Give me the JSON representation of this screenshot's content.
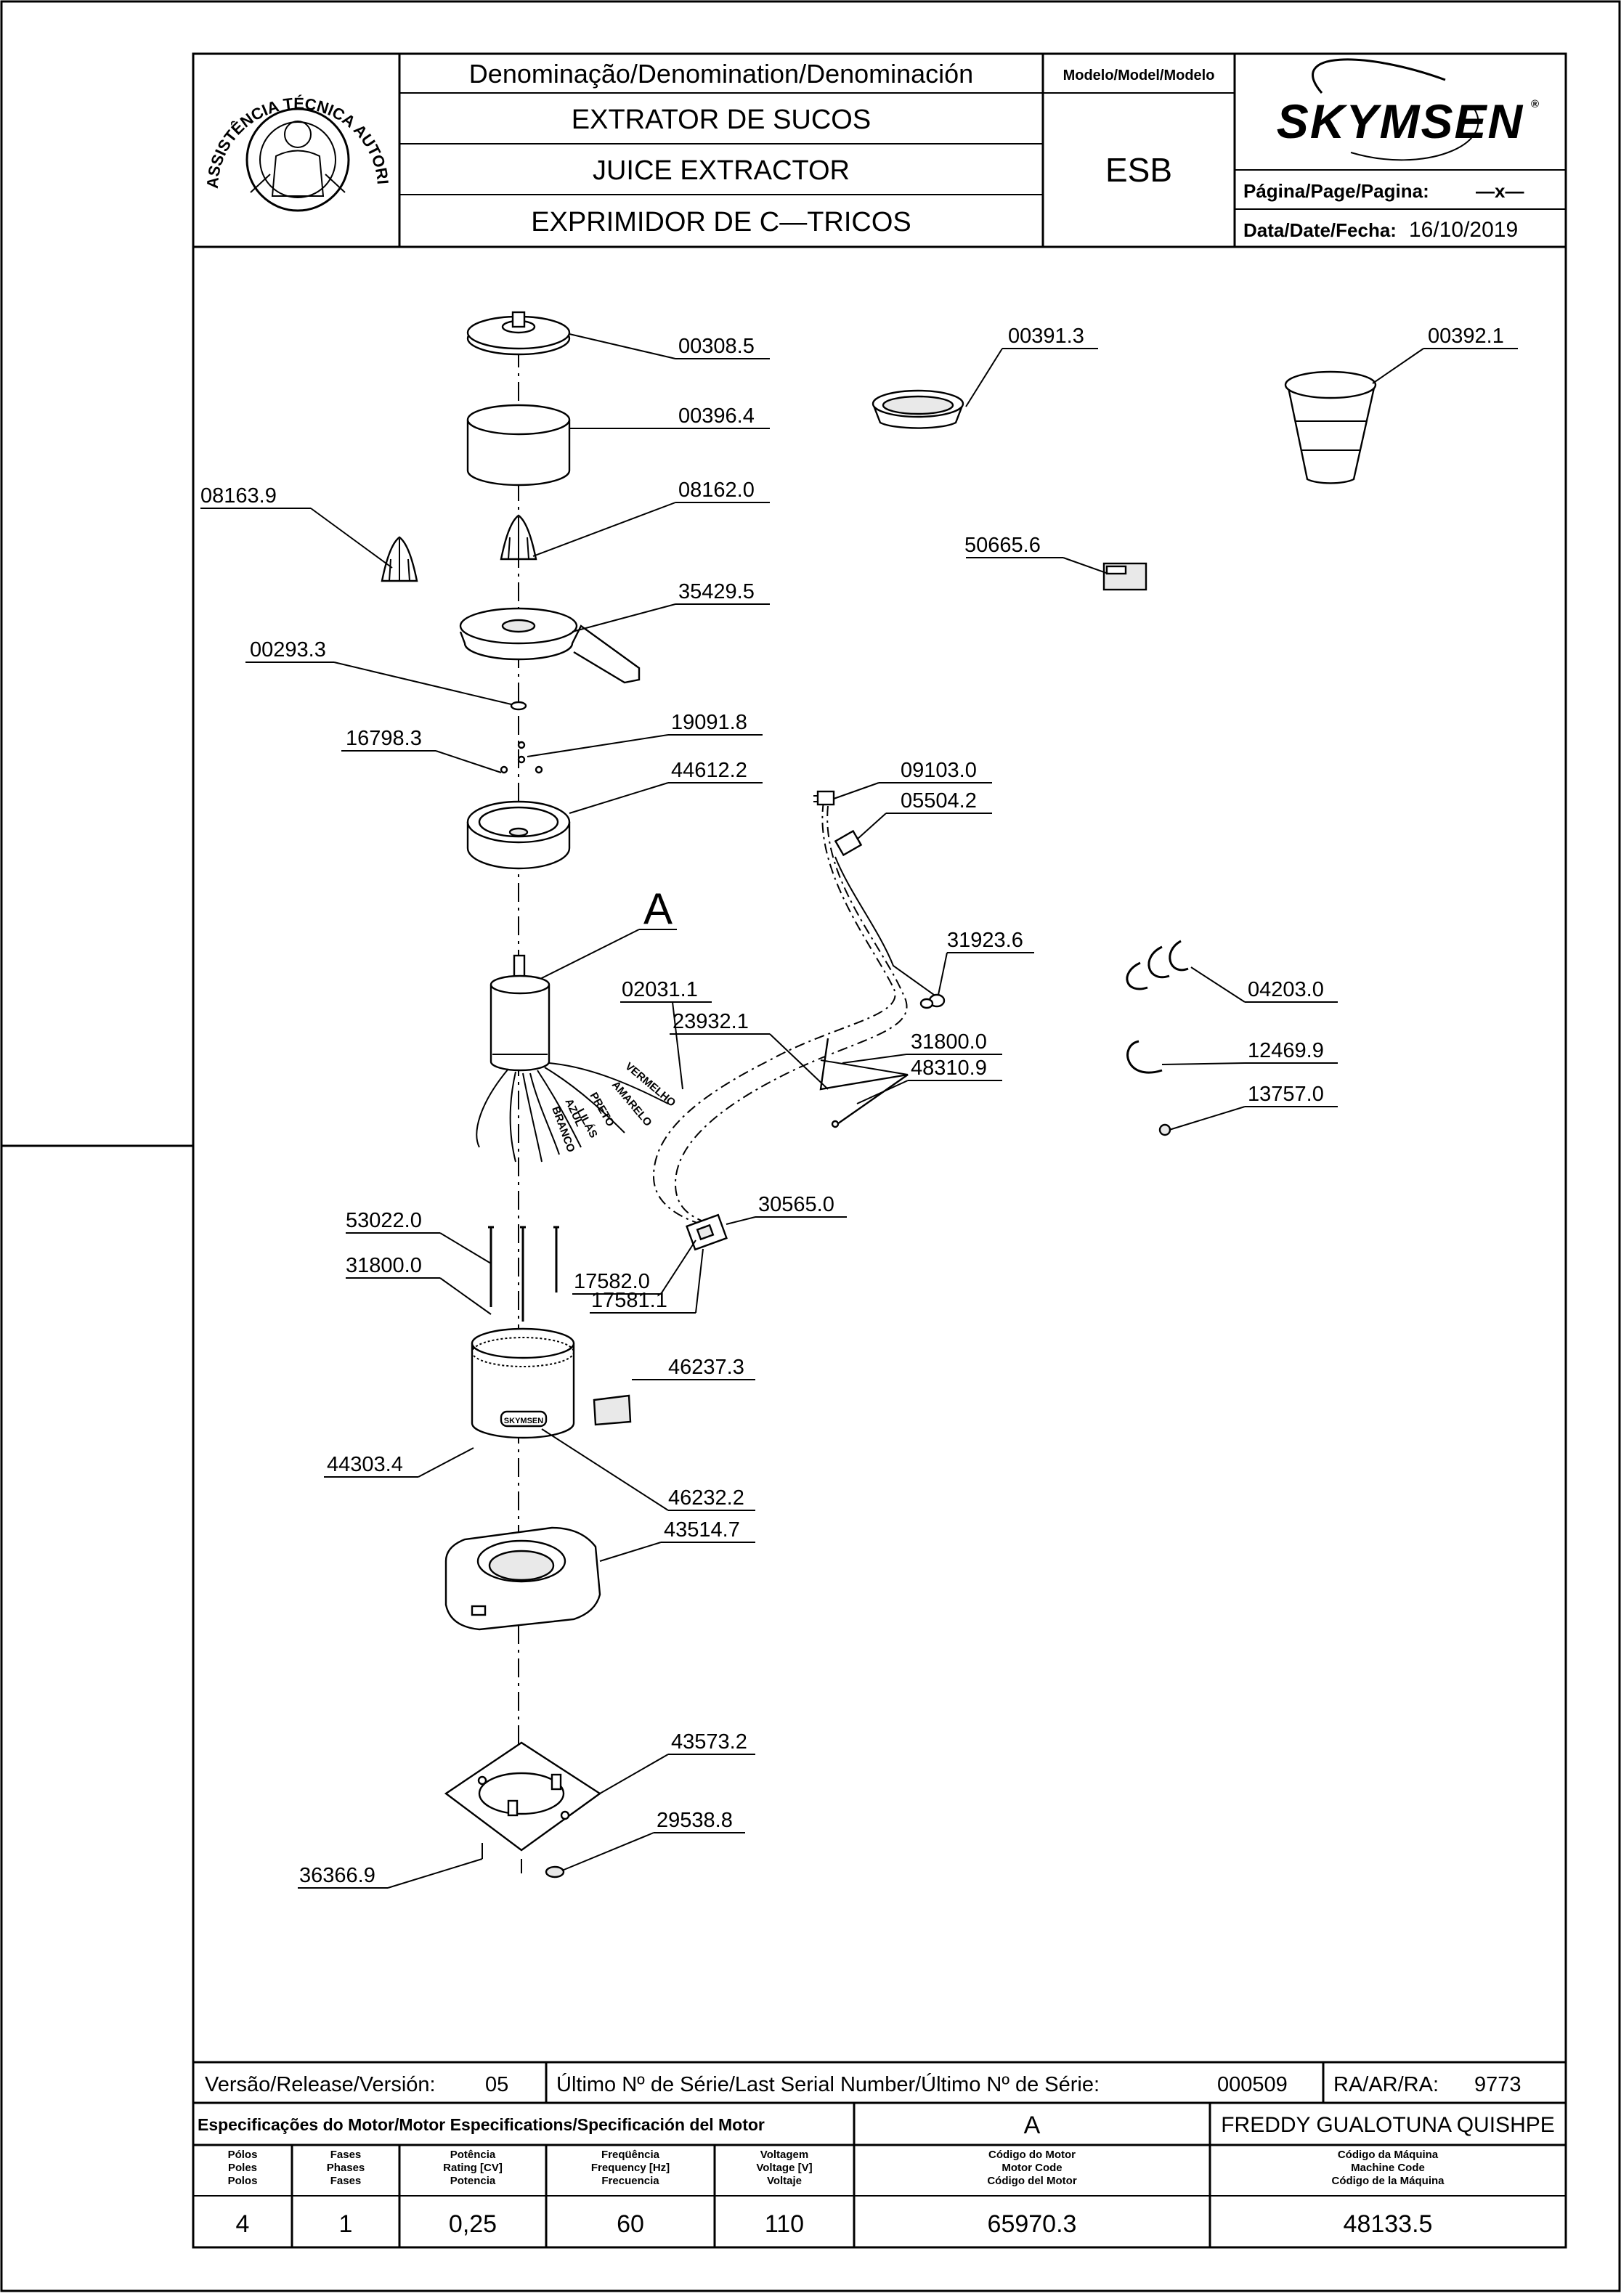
{
  "header": {
    "denomination_label": "Denominação/Denomination/Denominación",
    "model_label": "Modelo/Model/Modelo",
    "name_pt": "EXTRATOR DE SUCOS",
    "name_en": "JUICE EXTRACTOR",
    "name_es": "EXPRIMIDOR DE C—TRICOS",
    "model": "ESB",
    "brand": "SKYMSEN",
    "brand_mark": "®",
    "page_label": "Página/Page/Pagina:",
    "page_value": "—x—",
    "date_label": "Data/Date/Fecha:",
    "date_value": "16/10/2019",
    "seal_text": "ASSISTÊNCIA TÉCNICA AUTORIZADA"
  },
  "parts": {
    "p00308_5": "00308.5",
    "p00396_4": "00396.4",
    "p00391_3": "00391.3",
    "p00392_1": "00392.1",
    "p08163_9": "08163.9",
    "p08162_0": "08162.0",
    "p35429_5": "35429.5",
    "p50665_6": "50665.6",
    "p00293_3": "00293.3",
    "p19091_8": "19091.8",
    "p16798_3": "16798.3",
    "p44612_2": "44612.2",
    "p09103_0": "09103.0",
    "p05504_2": "05504.2",
    "p31923_6": "31923.6",
    "p04203_0": "04203.0",
    "p02031_1": "02031.1",
    "p23932_1": "23932.1",
    "p31800_0a": "31800.0",
    "p48310_9": "48310.9",
    "p12469_9": "12469.9",
    "p13757_0": "13757.0",
    "p30565_0": "30565.0",
    "p53022_0": "53022.0",
    "p31800_0b": "31800.0",
    "p17582_0": "17582.0",
    "p17581_1": "17581.1",
    "p46237_3": "46237.3",
    "p44303_4": "44303.4",
    "p46232_2": "46232.2",
    "p43514_7": "43514.7",
    "p43573_2": "43573.2",
    "p29538_8": "29538.8",
    "p36366_9": "36366.9"
  },
  "detail_marker": "A",
  "housing_badge": "SKYMSEN",
  "wire_labels": {
    "w1": "VERMELHO",
    "w2": "AMARELO",
    "w3": "PRETO",
    "w4": "AZUL",
    "w5": "BRANCO",
    "w6": "LILÁS"
  },
  "footer": {
    "version_label": "Versão/Release/Versión:",
    "version_value": "05",
    "serial_label": "Último Nº de Série/Last Serial Number/Último Nº de Série:",
    "serial_value": "000509",
    "ra_label": "RA/AR/RA:",
    "ra_value": "9773",
    "motor_spec_label": "Especificações do Motor/Motor Especifications/Specificación del Motor",
    "motor_marker": "A",
    "technician": "FREDDY GUALOTUNA QUISHPE",
    "columns": [
      {
        "key": "poles",
        "l1": "Pólos",
        "l2": "Poles",
        "l3": "Polos",
        "value": "4"
      },
      {
        "key": "phases",
        "l1": "Fases",
        "l2": "Phases",
        "l3": "Fases",
        "value": "1"
      },
      {
        "key": "power",
        "l1": "Potência",
        "l2": "Rating [CV]",
        "l3": "Potencia",
        "value": "0,25"
      },
      {
        "key": "frequency",
        "l1": "Freqüência",
        "l2": "Frequency [Hz]",
        "l3": "Frecuencia",
        "value": "60"
      },
      {
        "key": "voltage",
        "l1": "Voltagem",
        "l2": "Voltage [V]",
        "l3": "Voltaje",
        "value": "110"
      },
      {
        "key": "motor_code",
        "l1": "Código do Motor",
        "l2": "Motor Code",
        "l3": "Código del Motor",
        "value": "65970.3"
      },
      {
        "key": "machine_code",
        "l1": "Código da Máquina",
        "l2": "Machine Code",
        "l3": "Código de la Máquina",
        "value": "48133.5"
      }
    ]
  }
}
